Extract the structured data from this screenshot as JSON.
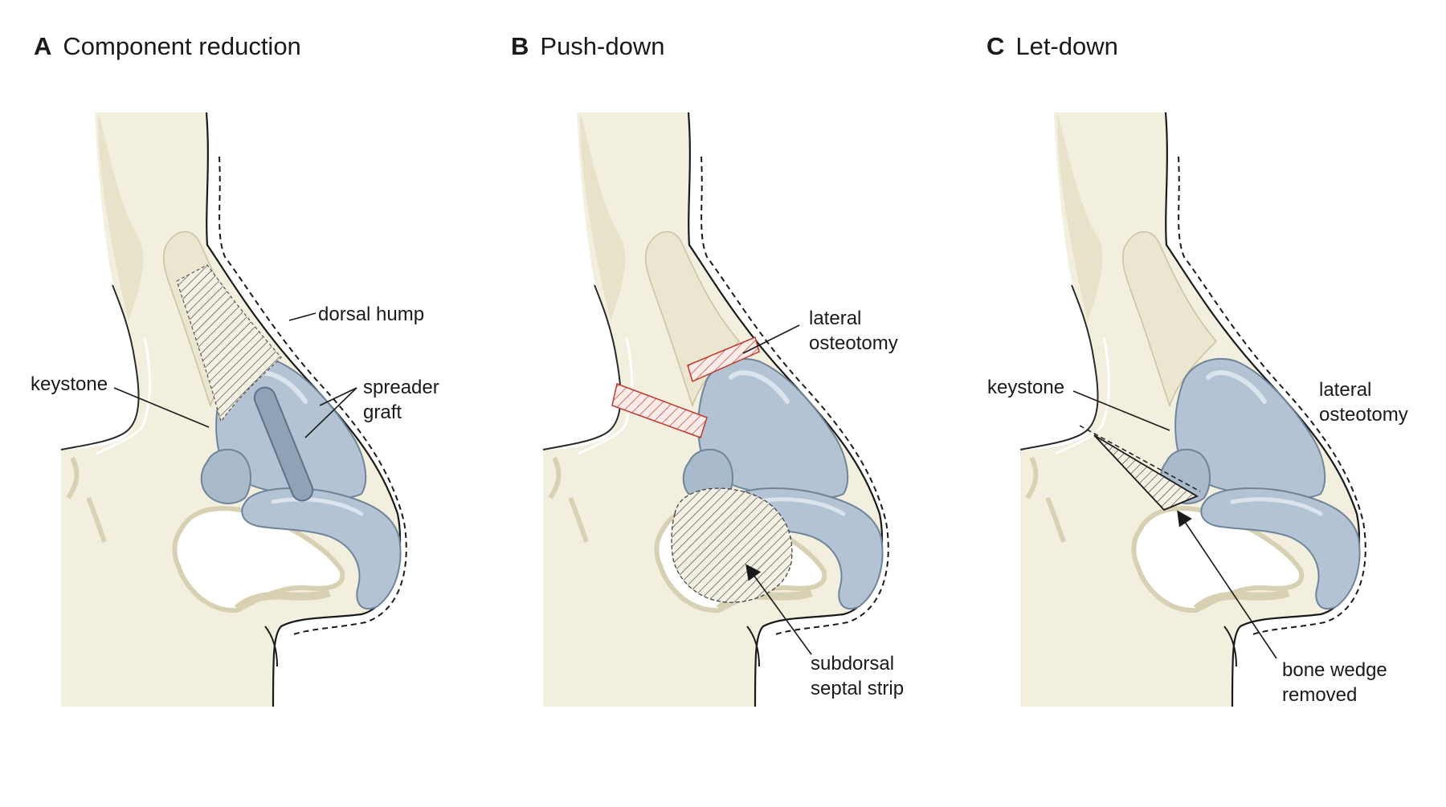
{
  "panels": [
    {
      "letter": "A",
      "title": "Component reduction",
      "labels": {
        "dorsal_hump": "dorsal hump",
        "keystone": "keystone",
        "spreader_graft_1": "spreader",
        "spreader_graft_2": "graft"
      }
    },
    {
      "letter": "B",
      "title": "Push-down",
      "labels": {
        "lateral_osteotomy_1": "lateral",
        "lateral_osteotomy_2": "osteotomy",
        "subdorsal_1": "subdorsal",
        "subdorsal_2": "septal strip"
      }
    },
    {
      "letter": "C",
      "title": "Let-down",
      "labels": {
        "keystone": "keystone",
        "lateral_osteotomy_1": "lateral",
        "lateral_osteotomy_2": "osteotomy",
        "bone_wedge_1": "bone wedge",
        "bone_wedge_2": "removed"
      }
    }
  ],
  "colors": {
    "skin": "#f2efdf",
    "bone": "#e9e4cd",
    "cartilage": "#b3c3d3",
    "cartilage_stroke": "#6f849a",
    "osteotomy": "#c0392b",
    "line": "#1a1a1a"
  }
}
